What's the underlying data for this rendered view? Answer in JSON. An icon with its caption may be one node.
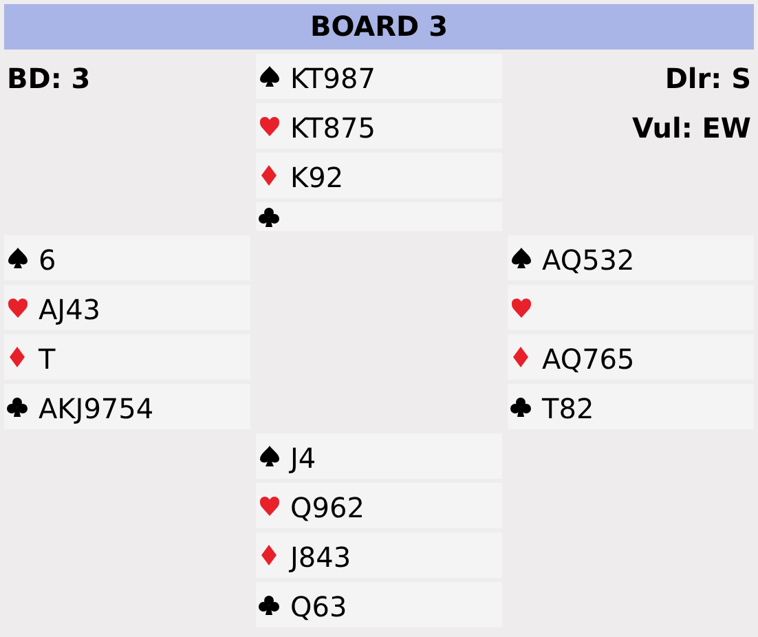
{
  "diagram": {
    "title": "BOARD 3",
    "nodes": [
      {
        "text": [
          "KT987"
        ]
      },
      {
        "text": [
          "KT875"
        ]
      },
      {
        "text": [
          "K92"
        ]
      },
      {
        "text": [],
        "shape": "box"
      },
      {
        "text": [
          "6"
        ]
      },
      {
        "text": [
          "AJ43"
        ]
      },
      {
        "text": [
          "T"
        ]
      },
      {
        "text": [
          "AKJ9754"
        ]
      },
      {
        "text": [
          "AQ532"
        ]
      },
      {
        "text": [],
        "shape": "box"
      },
      {
        "text": [
          "AQ765"
        ]
      },
      {
        "text": [
          "T82"
        ]
      },
      {
        "text": [
          "J4"
        ]
      },
      {
        "text": [
          "Q962"
        ]
      },
      {
        "text": [
          "J843"
        ]
      },
      {
        "text": [
          "Q63"
        ]
      }
    ],
    "labels": [
      "BD: 3",
      "Dlr: S",
      "Vul: EW"
    ]
  }
}
